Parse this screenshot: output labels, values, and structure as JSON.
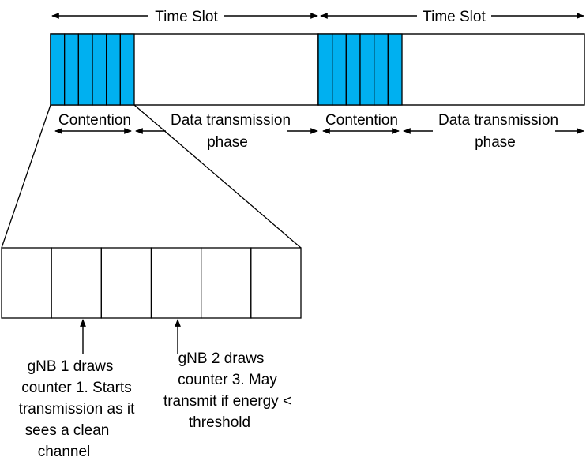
{
  "colors": {
    "contention_fill": "#00B0F0",
    "stroke": "#000000",
    "background": "#FFFFFF"
  },
  "time_slots": [
    {
      "label": "Time Slot",
      "contention_label": "Contention",
      "data_label_line1": "Data transmission",
      "data_label_line2": "phase"
    },
    {
      "label": "Time Slot",
      "contention_label": "Contention",
      "data_label_line1": "Data transmission",
      "data_label_line2": "phase"
    }
  ],
  "contention_subslot_count": 6,
  "zoom_counter_count": 6,
  "annotations": [
    {
      "lines": [
        "gNB 1 draws",
        "counter 1. Starts",
        "transmission as it",
        "sees a clean",
        "channel"
      ]
    },
    {
      "lines": [
        "gNB 2 draws",
        "counter 3. May",
        "transmit if energy <",
        "threshold"
      ]
    }
  ]
}
